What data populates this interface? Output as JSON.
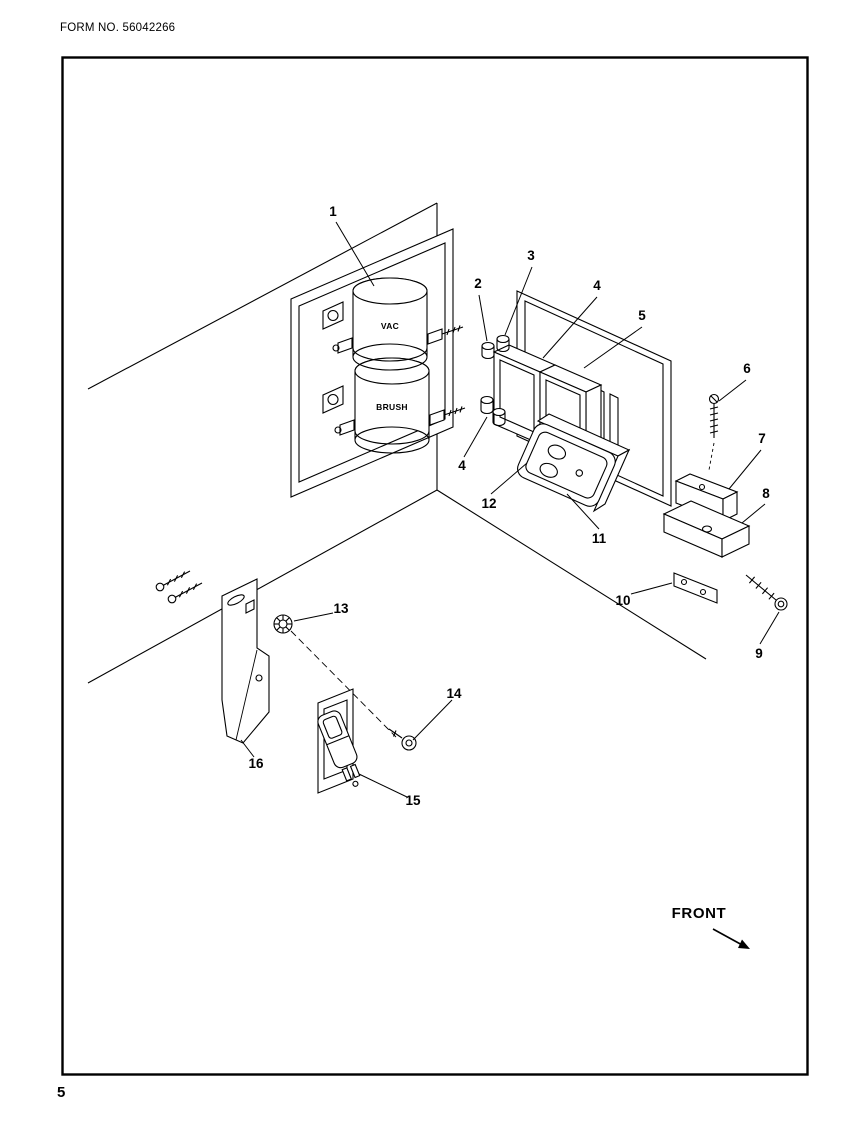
{
  "page": {
    "form_label": "FORM NO. 56042266",
    "page_number": "5"
  },
  "diagram": {
    "front_label": "FRONT",
    "component_labels": {
      "vac": "VAC",
      "brush": "BRUSH"
    },
    "callouts": [
      {
        "label": "1"
      },
      {
        "label": "2"
      },
      {
        "label": "3"
      },
      {
        "label": "4"
      },
      {
        "label": "5"
      },
      {
        "label": "6"
      },
      {
        "label": "7"
      },
      {
        "label": "8"
      },
      {
        "label": "4"
      },
      {
        "label": "12"
      },
      {
        "label": "11"
      },
      {
        "label": "10"
      },
      {
        "label": "9"
      },
      {
        "label": "13"
      },
      {
        "label": "14"
      },
      {
        "label": "16"
      },
      {
        "label": "15"
      }
    ]
  }
}
